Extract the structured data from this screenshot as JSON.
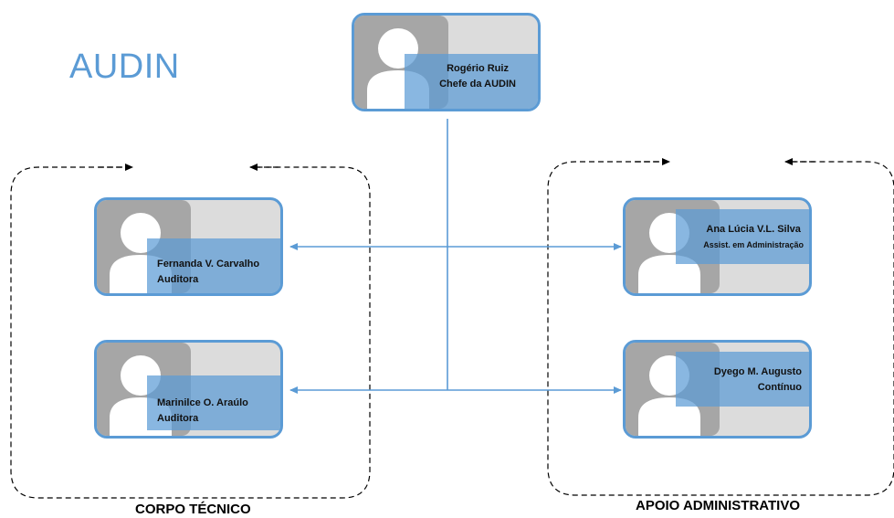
{
  "title": "AUDIN",
  "groups": {
    "corpo_tecnico": "CORPO TÉCNICO",
    "apoio_administrativo": "APOIO ADMINISTRATIVO"
  },
  "chief": {
    "name": "Rogério Ruiz",
    "role": "Chefe da AUDIN"
  },
  "members": [
    {
      "name": "Fernanda V. Carvalho",
      "role": "Auditora"
    },
    {
      "name": "Marinilce O. Araúlo",
      "role": "Auditora"
    },
    {
      "name": "Ana Lúcia V.L. Silva",
      "role": "Assist. em Administração"
    },
    {
      "name": "Dyego M. Augusto",
      "role": "Contínuo"
    }
  ],
  "colors": {
    "accent": "#5b9bd5",
    "card_bg": "#dcdcdc",
    "photo_bg": "#a6a6a6"
  }
}
